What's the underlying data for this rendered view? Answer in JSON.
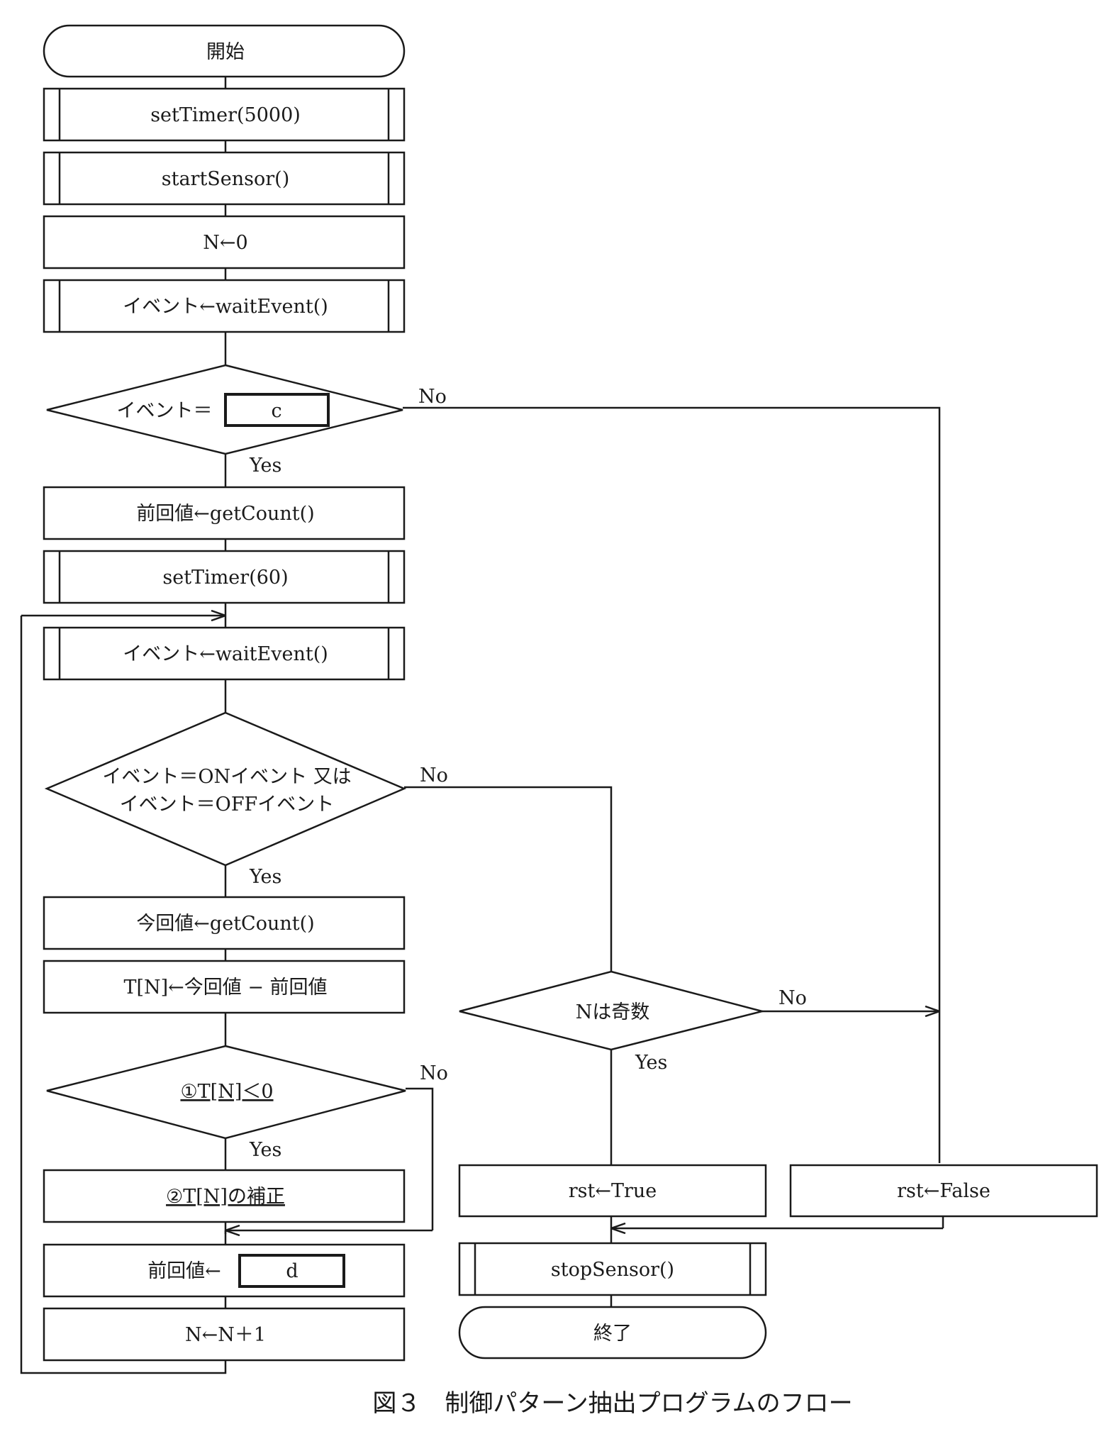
{
  "nodes": {
    "start": "開始",
    "set_timer_5000": "setTimer(5000)",
    "start_sensor": "startSensor()",
    "n_init": "N←0",
    "wait_event_1": "イベント←waitEvent()",
    "decision_event_c_prefix": "イベント＝",
    "blank_c": "c",
    "prev_value_get": "前回値←getCount()",
    "set_timer_60": "setTimer(60)",
    "wait_event_2": "イベント←waitEvent()",
    "decision_on_off_line1": "イベント＝ONイベント 又は",
    "decision_on_off_line2": "イベント＝OFFイベント",
    "current_value_get": "今回値←getCount()",
    "tn_calc": "T[N]←今回値 − 前回値",
    "decision_tn_negative": "①T[N]＜0",
    "tn_correction": "②T[N]の補正",
    "prev_value_assign_prefix": "前回値←",
    "blank_d": "d",
    "n_increment": "N←N＋1",
    "decision_n_odd": "Nは奇数",
    "rst_true": "rst←True",
    "rst_false": "rst←False",
    "stop_sensor": "stopSensor()",
    "end": "終了"
  },
  "branch_labels": {
    "yes": "Yes",
    "no": "No"
  },
  "caption": "図３　制御パターン抽出プログラムのフロー"
}
